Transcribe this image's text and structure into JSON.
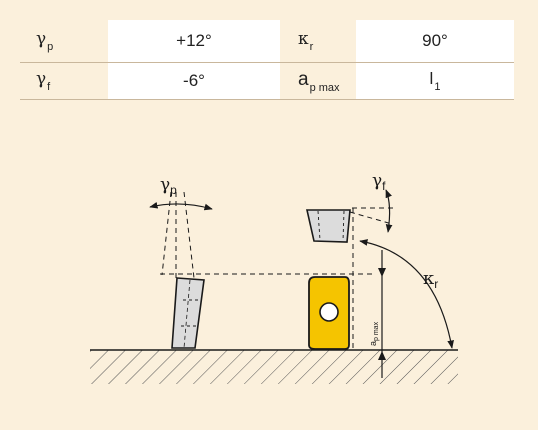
{
  "table": {
    "rows": [
      {
        "sym1": "γ",
        "sub1": "p",
        "val1": "+12°",
        "sym2": "κ",
        "sub2": "r",
        "val2": "90°"
      },
      {
        "sym1": "γ",
        "sub1": "f",
        "val1": "-6°",
        "sym2": "a",
        "sub2": "p max",
        "val2": "l",
        "val2_sub": "1"
      }
    ]
  },
  "diagram": {
    "label_gamma_p": "γp",
    "label_gamma_f": "γf",
    "label_kappa_r": "κr",
    "label_ap_max": "ap max"
  },
  "colors": {
    "panel_background": "#fbf0dc",
    "insert_fill": "#f5c400",
    "insert_grey": "#dcdcdc",
    "line": "#1a1a1a"
  }
}
